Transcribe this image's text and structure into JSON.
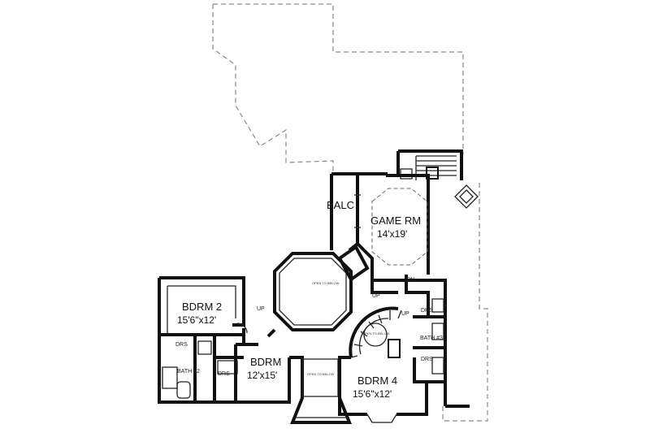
{
  "rooms": {
    "balc": {
      "name": "BALC"
    },
    "game_rm": {
      "name": "GAME RM",
      "size": "14'x19'"
    },
    "bdrm2": {
      "name": "BDRM 2",
      "size": "15'6\"x12'"
    },
    "bdrm": {
      "name": "BDRM",
      "size": "12'x15'"
    },
    "bdrm4": {
      "name": "BDRM 4",
      "size": "15'6\"x12'"
    },
    "bath2": {
      "name": "BATH #2"
    },
    "bath3": {
      "name": "BATH #3"
    }
  },
  "labels": {
    "drs": "DRS",
    "up": "UP",
    "dn": "DN",
    "open_below_1": "OPEN TO BELOW",
    "open_below_2": "OPEN TO BELOW",
    "open_below_3": "OPEN TO BELOW"
  }
}
